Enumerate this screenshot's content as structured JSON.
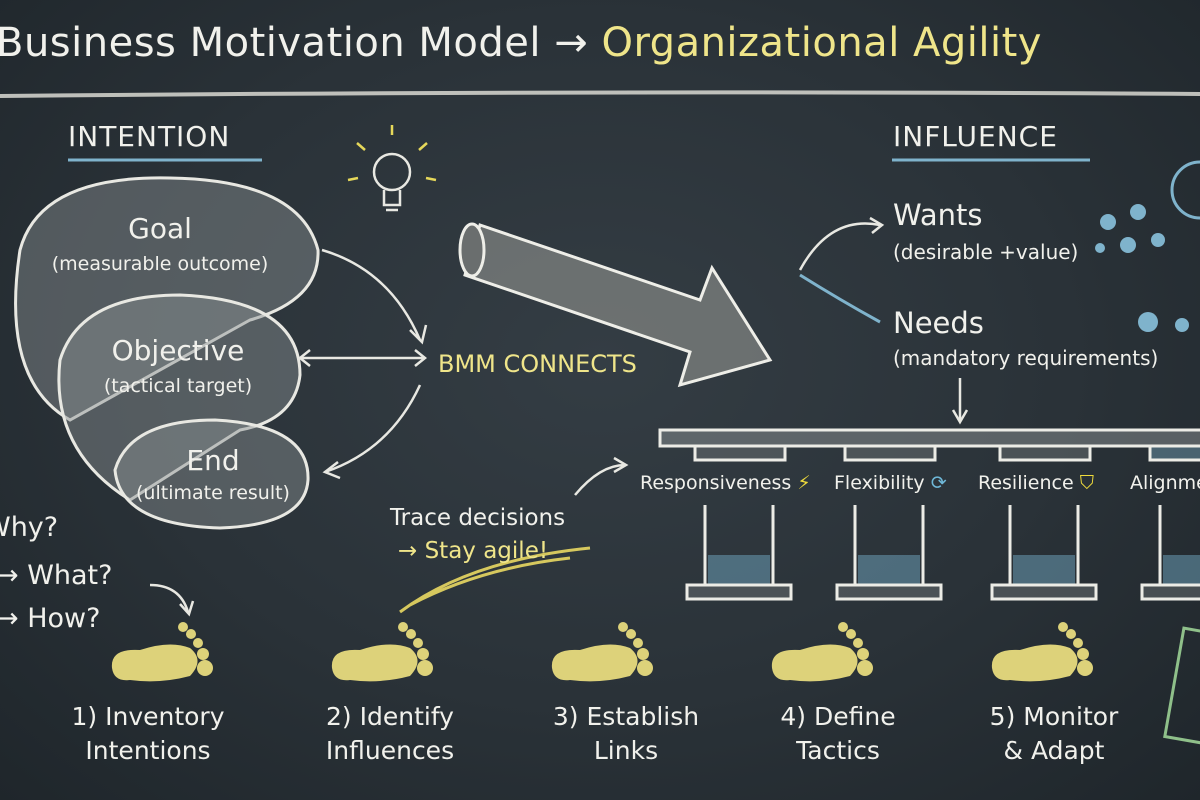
{
  "title": {
    "part1": "Business Motivation Model →",
    "part2": "Organizational Agility"
  },
  "intention": {
    "heading": "INTENTION",
    "items": [
      {
        "label": "Goal",
        "desc": "(measurable outcome)"
      },
      {
        "label": "Objective",
        "desc": "(tactical target)"
      },
      {
        "label": "End",
        "desc": "(ultimate result)"
      }
    ]
  },
  "center": {
    "label": "BMM CONNECTS",
    "note_line1": "Trace decisions",
    "note_line2": "→ Stay agile!"
  },
  "influence": {
    "heading": "INFLUENCE",
    "items": [
      {
        "label": "Wants",
        "desc": "(desirable +value)"
      },
      {
        "label": "Needs",
        "desc": "(mandatory requirements)"
      }
    ]
  },
  "pillars": [
    {
      "label": "Responsiveness",
      "icon": "lightning-icon"
    },
    {
      "label": "Flexibility",
      "icon": "refresh-icon"
    },
    {
      "label": "Resilience",
      "icon": "shield-icon"
    },
    {
      "label": "Alignment",
      "icon": ""
    }
  ],
  "questions": [
    "Why?",
    "→ What?",
    "→ How?"
  ],
  "steps": [
    {
      "line1": "1) Inventory",
      "line2": "Intentions"
    },
    {
      "line1": "2) Identify",
      "line2": "Influences"
    },
    {
      "line1": "3) Establish",
      "line2": "Links"
    },
    {
      "line1": "4) Define",
      "line2": "Tactics"
    },
    {
      "line1": "5) Monitor",
      "line2": "& Adapt"
    }
  ],
  "colors": {
    "board": "#2a3238",
    "chalk": "#f1f1ec",
    "yellow": "#efe58a",
    "blue": "#7fb3cc"
  }
}
